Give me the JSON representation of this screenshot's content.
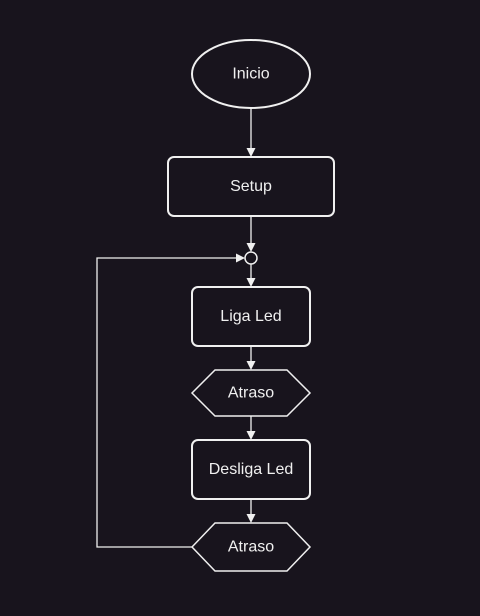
{
  "colors": {
    "background": "#18141d",
    "stroke": "#f0f0f0",
    "text": "#f0f0f0"
  },
  "nodes": {
    "start": {
      "label": "Inicio",
      "shape": "ellipse"
    },
    "setup": {
      "label": "Setup",
      "shape": "rounded-rectangle"
    },
    "junction": {
      "shape": "circle"
    },
    "led_on": {
      "label": "Liga Led",
      "shape": "rounded-rectangle"
    },
    "delay_1": {
      "label": "Atraso",
      "shape": "hexagon"
    },
    "led_off": {
      "label": "Desliga Led",
      "shape": "rounded-rectangle"
    },
    "delay_2": {
      "label": "Atraso",
      "shape": "hexagon"
    }
  },
  "edges": [
    {
      "from": "start",
      "to": "setup"
    },
    {
      "from": "setup",
      "to": "junction"
    },
    {
      "from": "junction",
      "to": "led_on"
    },
    {
      "from": "led_on",
      "to": "delay_1"
    },
    {
      "from": "delay_1",
      "to": "led_off"
    },
    {
      "from": "led_off",
      "to": "delay_2"
    },
    {
      "from": "delay_2",
      "to": "junction"
    }
  ]
}
